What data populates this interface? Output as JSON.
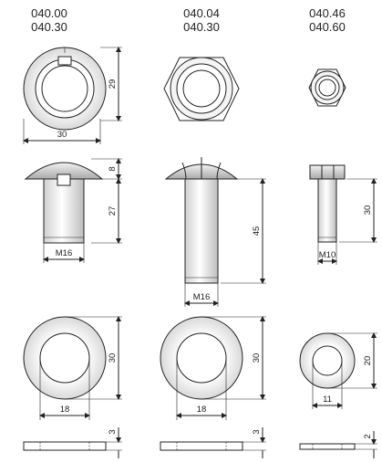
{
  "columns": [
    {
      "code_line1": "040.00",
      "code_line2": "040.30"
    },
    {
      "code_line1": "040.04",
      "code_line2": "040.30"
    },
    {
      "code_line1": "040.46",
      "code_line2": "040.60"
    }
  ],
  "dimensions": {
    "c1_top_height": "29",
    "c1_top_width": "30",
    "c1_bolt_head": "8",
    "c1_bolt_length": "27",
    "c1_bolt_thread": "M16",
    "c2_bolt_length": "45",
    "c2_bolt_thread": "M16",
    "c3_bolt_length": "30",
    "c3_bolt_thread": "M10",
    "c1_washer_outer": "30",
    "c1_washer_inner": "18",
    "c2_washer_outer": "30",
    "c2_washer_inner": "18",
    "c3_washer_outer": "20",
    "c3_washer_inner": "11",
    "c1_washer_thickness": "3",
    "c2_washer_thickness": "3",
    "c3_washer_thickness": "2"
  }
}
